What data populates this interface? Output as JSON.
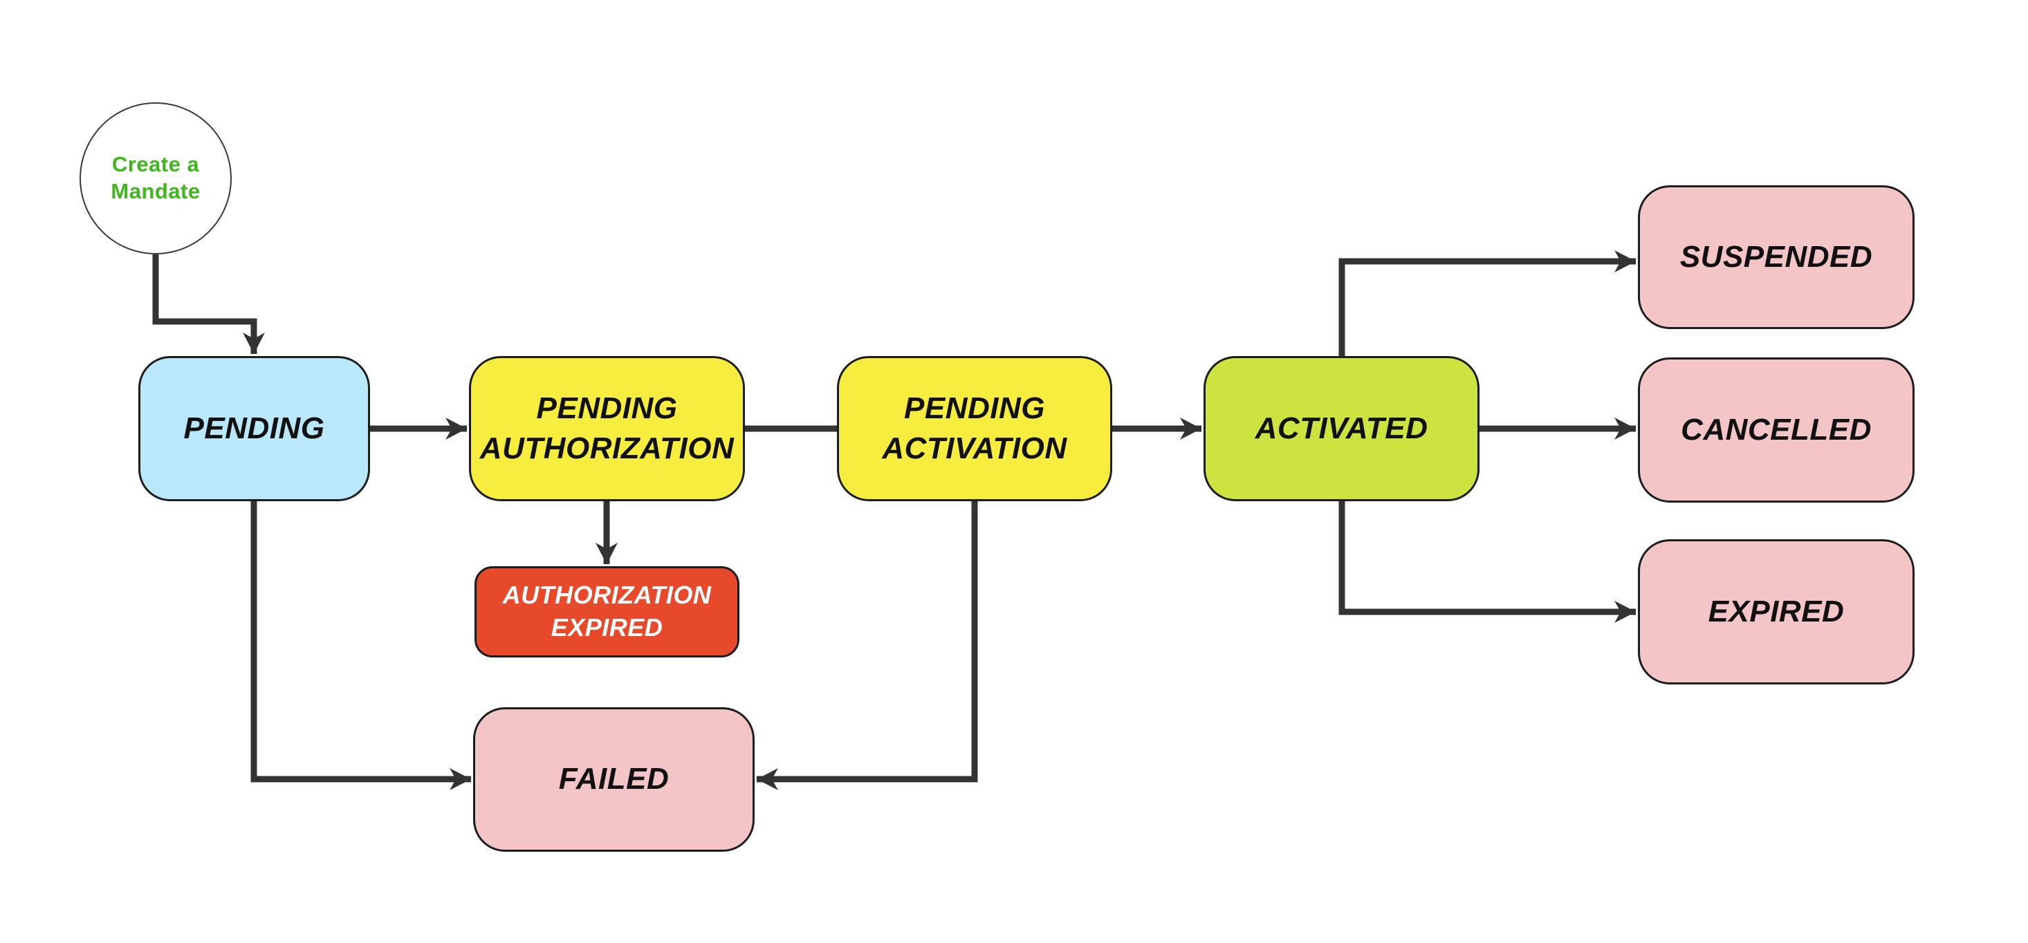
{
  "diagram": {
    "background": "#ffffff",
    "line_color": "#333333",
    "box_border_color": "#1d1d1d",
    "nodes": {
      "start": {
        "label": "Create a Mandate",
        "fill": "#ffffff",
        "text_color": "#3eb71c",
        "shape": "circle"
      },
      "pending": {
        "label": "PENDING",
        "fill": "#bae8fb",
        "text_color": "#111111"
      },
      "pending_authorization": {
        "label": "PENDING AUTHORIZATION",
        "fill": "#f7ed3e",
        "text_color": "#111111"
      },
      "pending_activation": {
        "label": "PENDING ACTIVATION",
        "fill": "#f7ed3e",
        "text_color": "#111111"
      },
      "activated": {
        "label": "ACTIVATED",
        "fill": "#cde33f",
        "text_color": "#111111"
      },
      "suspended": {
        "label": "SUSPENDED",
        "fill": "#f3c5c6",
        "text_color": "#111111"
      },
      "cancelled": {
        "label": "CANCELLED",
        "fill": "#f3c5c6",
        "text_color": "#111111"
      },
      "expired": {
        "label": "EXPIRED",
        "fill": "#f3c5c6",
        "text_color": "#111111"
      },
      "authorization_expired": {
        "label": "AUTHORIZATION EXPIRED",
        "fill": "#e64a2b",
        "text_color": "#ffffff"
      },
      "failed": {
        "label": "FAILED",
        "fill": "#f3c5c6",
        "text_color": "#111111"
      }
    },
    "edges": [
      {
        "from": "start",
        "to": "pending",
        "arrow": true
      },
      {
        "from": "pending",
        "to": "pending_authorization",
        "arrow": true
      },
      {
        "from": "pending_authorization",
        "to": "pending_activation",
        "arrow": false
      },
      {
        "from": "pending_activation",
        "to": "activated",
        "arrow": true
      },
      {
        "from": "pending_authorization",
        "to": "authorization_expired",
        "arrow": true
      },
      {
        "from": "activated",
        "to": "suspended",
        "arrow": true
      },
      {
        "from": "activated",
        "to": "cancelled",
        "arrow": true
      },
      {
        "from": "activated",
        "to": "expired",
        "arrow": true
      },
      {
        "from": "pending",
        "to": "failed",
        "arrow": true
      },
      {
        "from": "pending_activation",
        "to": "failed",
        "arrow": true
      }
    ]
  }
}
